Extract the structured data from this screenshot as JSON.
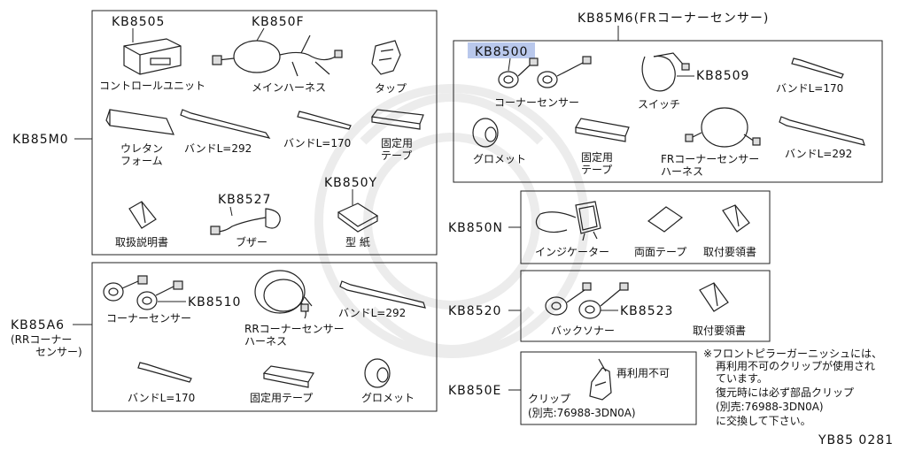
{
  "groups": {
    "kb85m0": {
      "code": "KB85M0",
      "parts": [
        {
          "code": "KB8505",
          "name": "コントロールユニット"
        },
        {
          "code": "KB850F",
          "name": "メインハーネス"
        },
        {
          "code": "",
          "name": "タップ"
        },
        {
          "code": "",
          "name": "ウレタン",
          "name2": "フォーム"
        },
        {
          "code": "",
          "name": "バンドL=292"
        },
        {
          "code": "",
          "name": "バンドL=170"
        },
        {
          "code": "",
          "name": "固定用",
          "name2": "テープ"
        },
        {
          "code": "",
          "name": "取扱説明書"
        },
        {
          "code": "KB8527",
          "name": "ブザー"
        },
        {
          "code": "KB850Y",
          "name": "型 紙"
        }
      ]
    },
    "kb85a6": {
      "code": "KB85A6",
      "subtitle": "(RRコーナー",
      "subtitle2": "センサー)",
      "parts": [
        {
          "code": "KB8510",
          "name": "コーナーセンサー"
        },
        {
          "code": "",
          "name": "RRコーナーセンサー",
          "name2": "ハーネス"
        },
        {
          "code": "",
          "name": "バンドL=292"
        },
        {
          "code": "",
          "name": "バンドL=170"
        },
        {
          "code": "",
          "name": "固定用テープ"
        },
        {
          "code": "",
          "name": "グロメット"
        }
      ]
    },
    "kb85m6": {
      "code": "KB85M6(FRコーナーセンサー)",
      "parts": [
        {
          "code": "KB8500",
          "name": "コーナーセンサー"
        },
        {
          "code": "KB8509",
          "name": "スイッチ"
        },
        {
          "code": "",
          "name": "バンドL=170"
        },
        {
          "code": "",
          "name": "グロメット"
        },
        {
          "code": "",
          "name": "固定用",
          "name2": "テープ"
        },
        {
          "code": "",
          "name": "FRコーナーセンサー",
          "name2": "ハーネス"
        },
        {
          "code": "",
          "name": "バンドL=292"
        }
      ]
    },
    "kb850n": {
      "code": "KB850N",
      "parts": [
        {
          "name": "インジケーター"
        },
        {
          "name": "両面テープ"
        },
        {
          "name": "取付要領書"
        }
      ]
    },
    "kb8520": {
      "code": "KB8520",
      "parts": [
        {
          "code": "KB8523",
          "name": "バックソナー"
        },
        {
          "name": "取付要領書"
        }
      ]
    },
    "kb850e": {
      "code": "KB850E",
      "reuse": "再利用不可",
      "clip": "クリップ",
      "clip_part": "(別売:76988-3DN0A)"
    }
  },
  "note": {
    "lines": [
      "※フロントピラーガーニッシュには、",
      "再利用不可のクリップが使用され",
      "ています。",
      "復元時には必ず部品クリップ",
      "(別売:76988-3DN0A)",
      "に交換して下さい。"
    ]
  },
  "footer_code": "YB85 0281",
  "colors": {
    "highlight": "#b9c8ec",
    "line": "#222222"
  }
}
